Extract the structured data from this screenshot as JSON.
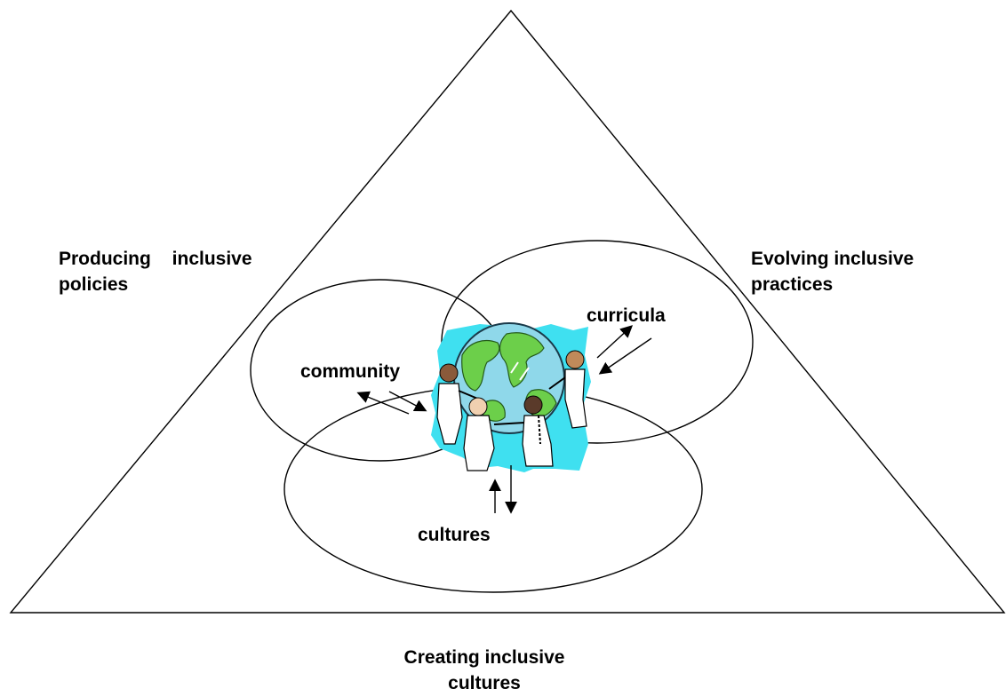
{
  "corners": {
    "policies": {
      "line1": "Producing inclusive",
      "line2": "policies"
    },
    "practices": {
      "line1": "Evolving inclusive",
      "line2": "practices"
    },
    "cultures": {
      "line1": "Creating inclusive",
      "line2": "cultures"
    }
  },
  "circles": {
    "community": "community",
    "curricula": "curricula",
    "cultures": "cultures"
  },
  "colors": {
    "stroke": "#000000",
    "globe_water": "#8fd8ea",
    "globe_land": "#6ccf4a",
    "splash": "#3fe0f0"
  },
  "icons": [
    "globe-children-clipart-icon"
  ]
}
